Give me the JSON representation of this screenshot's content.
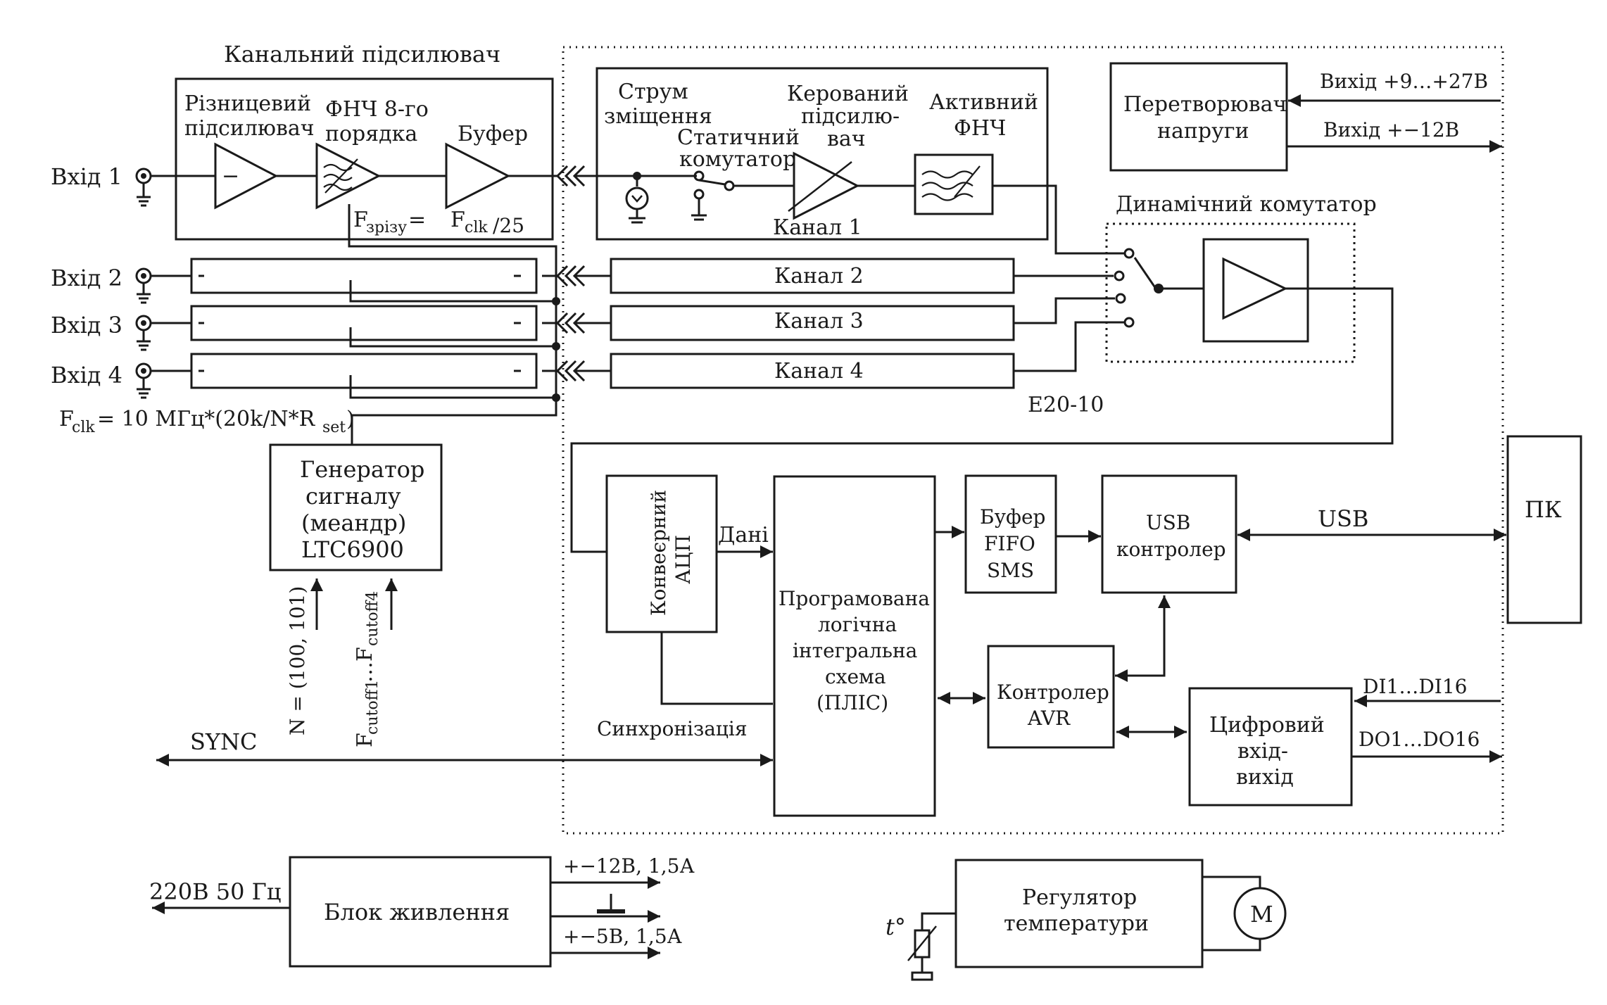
{
  "labels": {
    "channel_amp_title": "Канальний підсилювач",
    "input1": "Вхід 1",
    "input2": "Вхід 2",
    "input3": "Вхід 3",
    "input4": "Вхід 4",
    "diff_amp_1": "Різницевий",
    "diff_amp_2": "підсилювач",
    "lpf8_1": "ФНЧ 8-го",
    "lpf8_2": "порядка",
    "buffer": "Буфер",
    "fcut_main": "F",
    "fcut_sub": "зрізу",
    "fcut_eq": "=",
    "fclk_main": "F",
    "fclk_sub": "clk",
    "fclk_div": "/25",
    "bias_1": "Струм",
    "bias_2": "зміщення",
    "static_sw_1": "Статичний",
    "static_sw_2": "комутатор",
    "ctrl_amp_1": "Керований",
    "ctrl_amp_2": "підсилю-",
    "ctrl_amp_3": "вач",
    "active_lpf_1": "Активний",
    "active_lpf_2": "ФНЧ",
    "channel1": "Канал 1",
    "channel2": "Канал 2",
    "channel3": "Канал 3",
    "channel4": "Канал 4",
    "dyn_switch": "Динамічний комутатор",
    "e2010": "E20-10",
    "fclk_formula_main": "F",
    "fclk_formula_sub": "clk",
    "fclk_formula_mid": "= 10 МГц*(20k/N*R",
    "fclk_formula_sub2": "set",
    "fclk_formula_end": ")",
    "gen_1": "Генератор",
    "gen_2": "сигналу",
    "gen_3": "(меандр)",
    "gen_4": "LTC6900",
    "n_label": "N = (100, 101)",
    "fcutoff_main1": "F",
    "fcutoff_sub1": "cutoff1",
    "fcutoff_mid": "…F",
    "fcutoff_sub2": "cutoff4",
    "converter_1": "Перетворювач",
    "converter_2": "напруги",
    "out_927": "Вихід +9…+27В",
    "out_12": "Вихід +−12В",
    "adc_1": "Конвеєрний",
    "adc_2": "АЦП",
    "data": "Дані",
    "fpga_1": "Програмована",
    "fpga_2": "логічна",
    "fpga_3": "інтегральна",
    "fpga_4": "схема",
    "fpga_5": "(ПЛІС)",
    "fifo_1": "Буфер",
    "fifo_2": "FIFO",
    "fifo_3": "SMS",
    "usb_ctrl_1": "USB",
    "usb_ctrl_2": "контролер",
    "usb": "USB",
    "pc": "ПК",
    "avr_1": "Контролер",
    "avr_2": "AVR",
    "dio_1": "Цифровий",
    "dio_2": "вхід-",
    "dio_3": "вихід",
    "di": "DI1…DI16",
    "do": "DO1…DO16",
    "sync": "SYNC",
    "sync_ua": "Синхронізація",
    "mains": "220В 50 Гц",
    "psu": "Блок живлення",
    "psu_out1": "+−12В, 1,5А",
    "psu_out2": "+−5В, 1,5А",
    "temp_ctrl_1": "Регулятор",
    "temp_ctrl_2": "температури",
    "temp_t": "t°",
    "motor": "M",
    "minus_sign": "−"
  }
}
